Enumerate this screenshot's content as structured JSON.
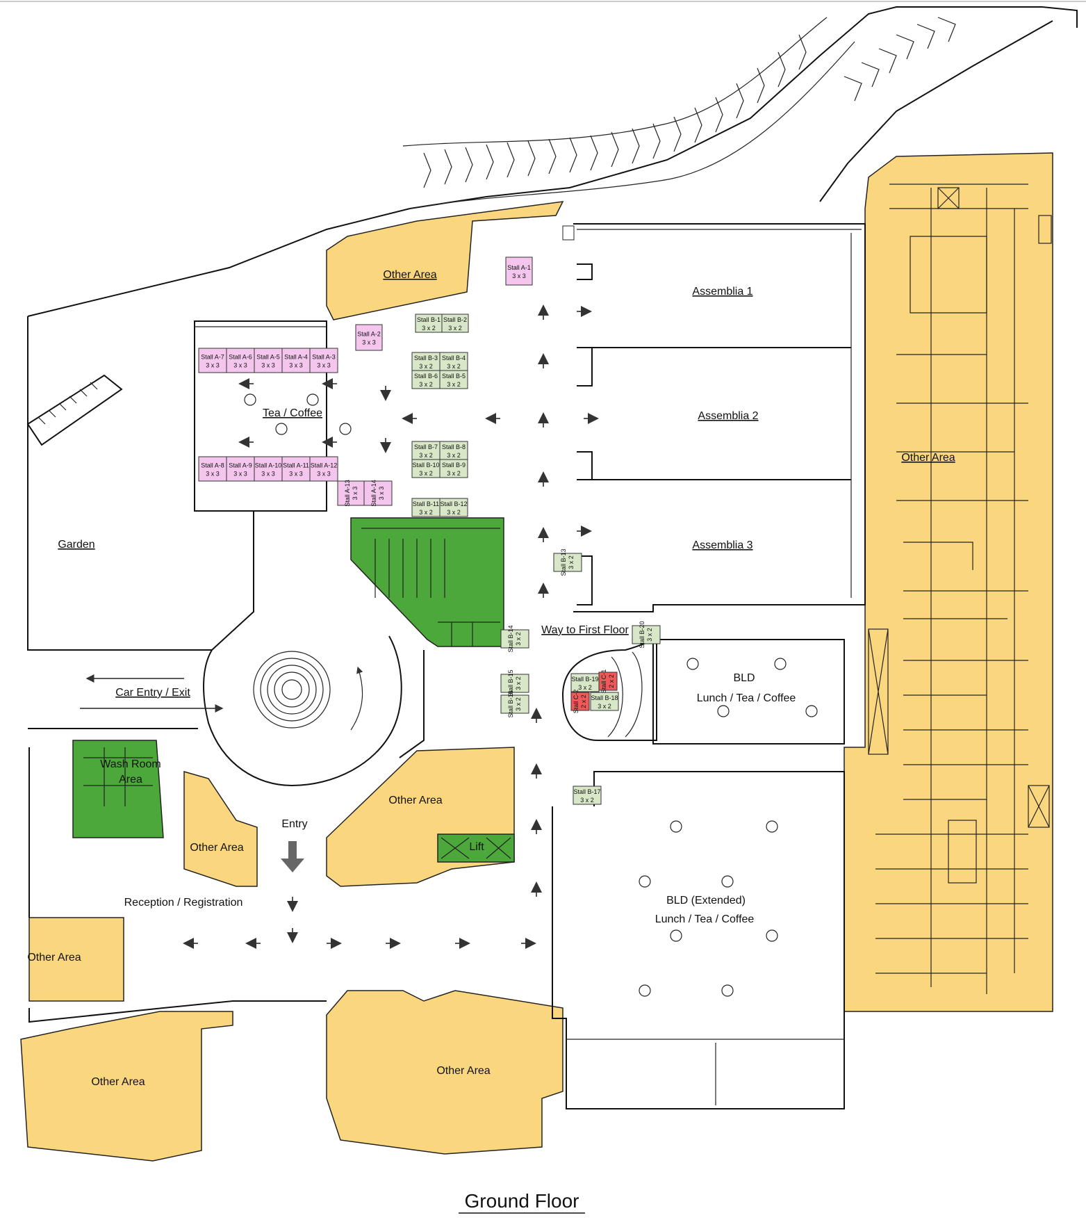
{
  "title": "Ground Floor",
  "colors": {
    "other_area": "#fad77f",
    "wash_room": "#4ca83a",
    "stall_a": "#f4c6ee",
    "stall_b": "#d7e7c8",
    "stall_c": "#ee5a5a"
  },
  "labels": {
    "assemblia_1": "Assemblia 1",
    "assemblia_2": "Assemblia 2",
    "assemblia_3": "Assemblia 3",
    "tea_coffee": "Tea / Coffee",
    "garden": "Garden",
    "car_entry_exit": "Car Entry / Exit",
    "wash_room": "Wash Room",
    "wash_room_area": "Area",
    "entry": "Entry",
    "reception": "Reception / Registration",
    "lift": "Lift",
    "way_first_floor": "Way to First Floor",
    "bld": "BLD",
    "bld_sub": "Lunch / Tea / Coffee",
    "bld_ext": "BLD (Extended)",
    "bld_ext_sub": "Lunch / Tea / Coffee",
    "other_area": "Other Area"
  },
  "stalls_a": [
    {
      "name": "Stall A-1",
      "size": "3 x 3"
    },
    {
      "name": "Stall A-2",
      "size": "3 x 3"
    },
    {
      "name": "Stall A-7",
      "size": "3 x 3"
    },
    {
      "name": "Stall A-6",
      "size": "3 x 3"
    },
    {
      "name": "Stall A-5",
      "size": "3 x 3"
    },
    {
      "name": "Stall A-4",
      "size": "3 x 3"
    },
    {
      "name": "Stall A-3",
      "size": "3 x 3"
    },
    {
      "name": "Stall A-8",
      "size": "3 x 3"
    },
    {
      "name": "Stall A-9",
      "size": "3 x 3"
    },
    {
      "name": "Stall A-10",
      "size": "3 x 3"
    },
    {
      "name": "Stall A-11",
      "size": "3 x 3"
    },
    {
      "name": "Stall A-12",
      "size": "3 x 3"
    },
    {
      "name": "Stall A-13",
      "size": "3 x 3"
    },
    {
      "name": "Stall A-14",
      "size": "3 x 3"
    }
  ],
  "stalls_b": [
    {
      "name": "Stall B-1",
      "size": "3 x 2"
    },
    {
      "name": "Stall B-2",
      "size": "3 x 2"
    },
    {
      "name": "Stall B-3",
      "size": "3 x 2"
    },
    {
      "name": "Stall B-4",
      "size": "3 x 2"
    },
    {
      "name": "Stall B-6",
      "size": "3 x 2"
    },
    {
      "name": "Stall B-5",
      "size": "3 x 2"
    },
    {
      "name": "Stall B-7",
      "size": "3 x 2"
    },
    {
      "name": "Stall B-8",
      "size": "3 x 2"
    },
    {
      "name": "Stall B-10",
      "size": "3 x 2"
    },
    {
      "name": "Stall B-9",
      "size": "3 x 2"
    },
    {
      "name": "Stall B-11",
      "size": "3 x 2"
    },
    {
      "name": "Stall B-12",
      "size": "3 x 2"
    },
    {
      "name": "Stall B-13",
      "size": "3 x 2"
    },
    {
      "name": "Stall B-14",
      "size": "3 x 2"
    },
    {
      "name": "Stall B-15",
      "size": "3 x 2"
    },
    {
      "name": "Stall B-16",
      "size": "3 x 2"
    },
    {
      "name": "Stall B-17",
      "size": "3 x 2"
    },
    {
      "name": "Stall B-18",
      "size": "3 x 2"
    },
    {
      "name": "Stall B-19",
      "size": "3 x 2"
    },
    {
      "name": "Stall B-20",
      "size": "3 x 2"
    }
  ],
  "stalls_c": [
    {
      "name": "Stall C-1",
      "size": "2 x 2"
    },
    {
      "name": "Stall C-2",
      "size": "2 x 2"
    }
  ]
}
